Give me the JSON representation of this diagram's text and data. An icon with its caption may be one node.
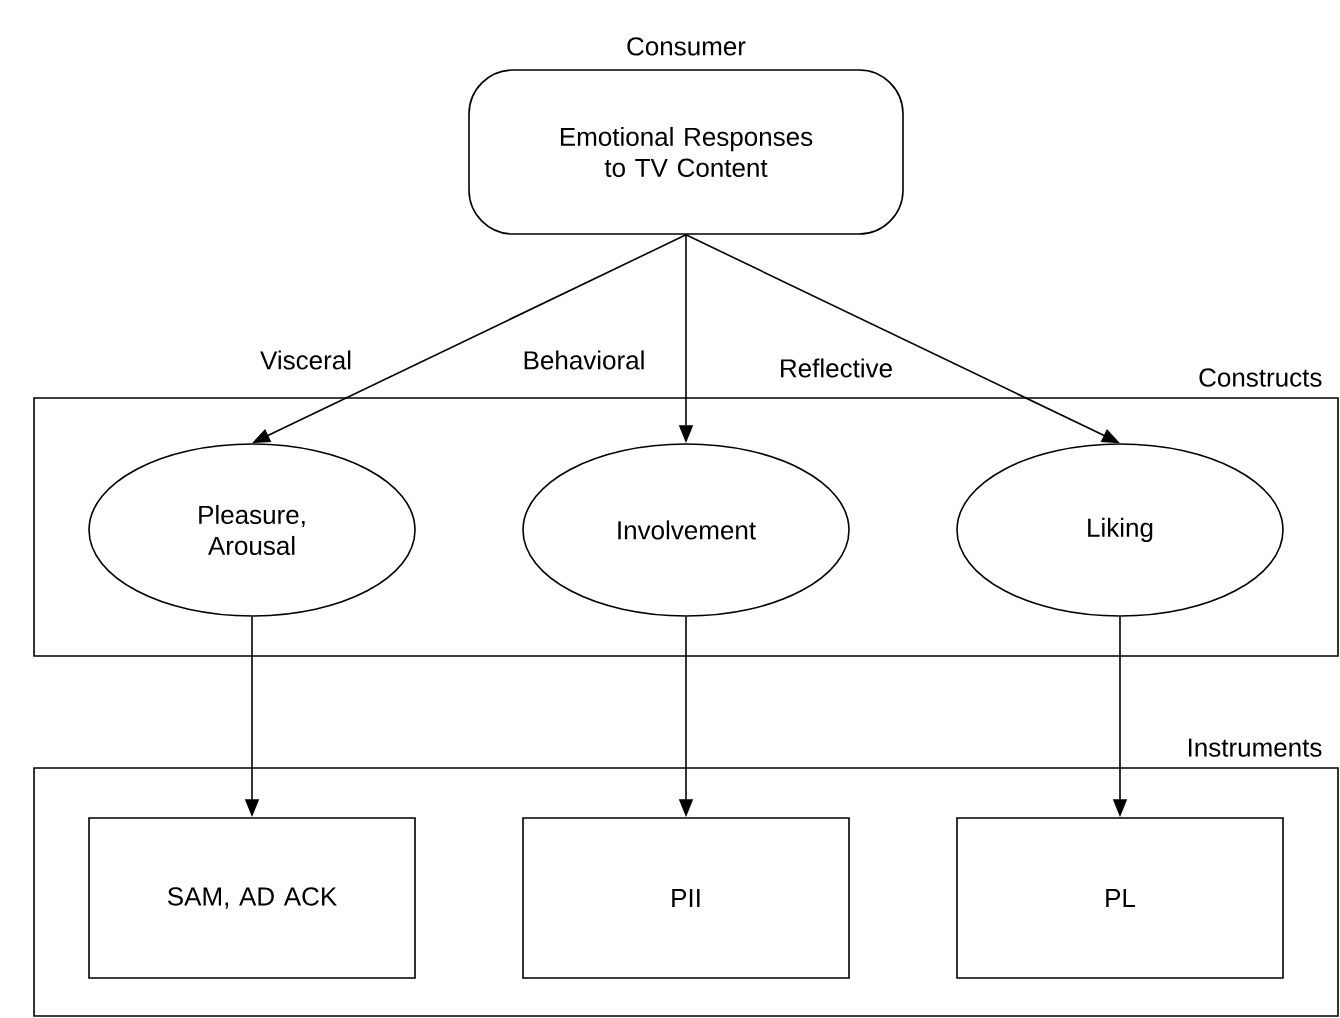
{
  "diagram": {
    "nodes": [
      {
        "text": [
          "Consumer",
          "Emotional Responses to TV Content"
        ]
      },
      {
        "text": [
          "Constructs"
        ]
      },
      {
        "text": [
          "Pleasure, Arousal"
        ],
        "in": 1
      },
      {
        "text": [
          "Involvement"
        ],
        "in": 1
      },
      {
        "text": [
          "Liking"
        ],
        "in": 1
      },
      {
        "text": [
          "Instruments"
        ]
      },
      {
        "text": [
          "SAM, AD ACK"
        ],
        "in": 5
      },
      {
        "text": [
          "PII"
        ],
        "in": 5
      },
      {
        "text": [
          "PL"
        ],
        "in": 5
      }
    ],
    "edges": [
      {
        "from": 0,
        "to": 2,
        "arrow": "to"
      },
      {
        "from": 0,
        "to": 3,
        "arrow": "to"
      },
      {
        "from": 0,
        "to": 4,
        "arrow": "to"
      },
      {
        "from": 2,
        "to": 6,
        "arrow": "to"
      },
      {
        "from": 3,
        "to": 7,
        "arrow": "to"
      },
      {
        "from": 4,
        "to": 8,
        "arrow": "to"
      }
    ],
    "labels": [
      "Visceral",
      "Behavioral",
      "Reflective"
    ]
  }
}
